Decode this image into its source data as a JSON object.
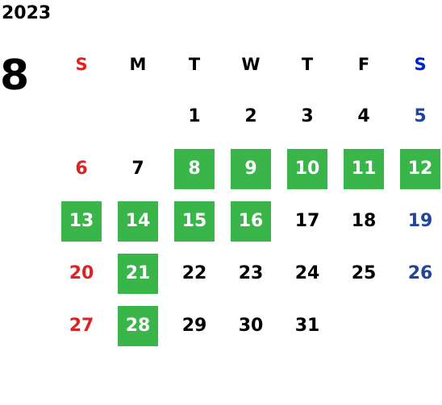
{
  "year": "2023",
  "month": "8",
  "weekdays": [
    "S",
    "M",
    "T",
    "W",
    "T",
    "F",
    "S"
  ],
  "days": {
    "d1": "1",
    "d2": "2",
    "d3": "3",
    "d4": "4",
    "d5": "5",
    "d6": "6",
    "d7": "7",
    "d8": "8",
    "d9": "9",
    "d10": "10",
    "d11": "11",
    "d12": "12",
    "d13": "13",
    "d14": "14",
    "d15": "15",
    "d16": "16",
    "d17": "17",
    "d18": "18",
    "d19": "19",
    "d20": "20",
    "d21": "21",
    "d22": "22",
    "d23": "23",
    "d24": "24",
    "d25": "25",
    "d26": "26",
    "d27": "27",
    "d28": "28",
    "d29": "29",
    "d30": "30",
    "d31": "31"
  },
  "highlighted_days": [
    "8",
    "9",
    "10",
    "11",
    "12",
    "13",
    "14",
    "15",
    "16",
    "21",
    "28"
  ],
  "colors": {
    "highlight": "#39b54a",
    "sunday": "#dd2222",
    "saturday_header": "#0022cc",
    "saturday": "#224499",
    "text": "#000000"
  }
}
